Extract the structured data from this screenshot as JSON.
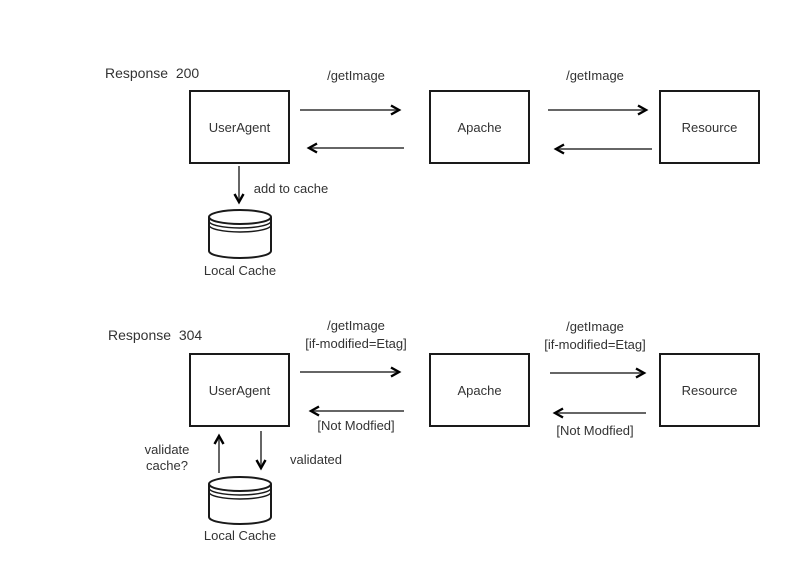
{
  "colors": {
    "background": "#ffffff",
    "box_border": "#1a1a1a",
    "arrow_shaft": "#666666",
    "arrow_head": "#000000",
    "text": "#333333"
  },
  "section_200": {
    "title": "Response  200",
    "user_agent": "UserAgent",
    "apache": "Apache",
    "resource": "Resource",
    "local_cache": "Local Cache",
    "request_ua_apache": "/getImage",
    "request_apache_resource": "/getImage",
    "add_to_cache": "add to cache"
  },
  "section_304": {
    "title": "Response  304",
    "user_agent": "UserAgent",
    "apache": "Apache",
    "resource": "Resource",
    "local_cache": "Local Cache",
    "request_line1": "/getImage",
    "request_line2": "[if-modified=Etag]",
    "not_modified_left": "[Not Modfied]",
    "not_modified_right": "[Not Modfied]",
    "validate_cache": "validate\ncache?",
    "validated": "validated"
  }
}
